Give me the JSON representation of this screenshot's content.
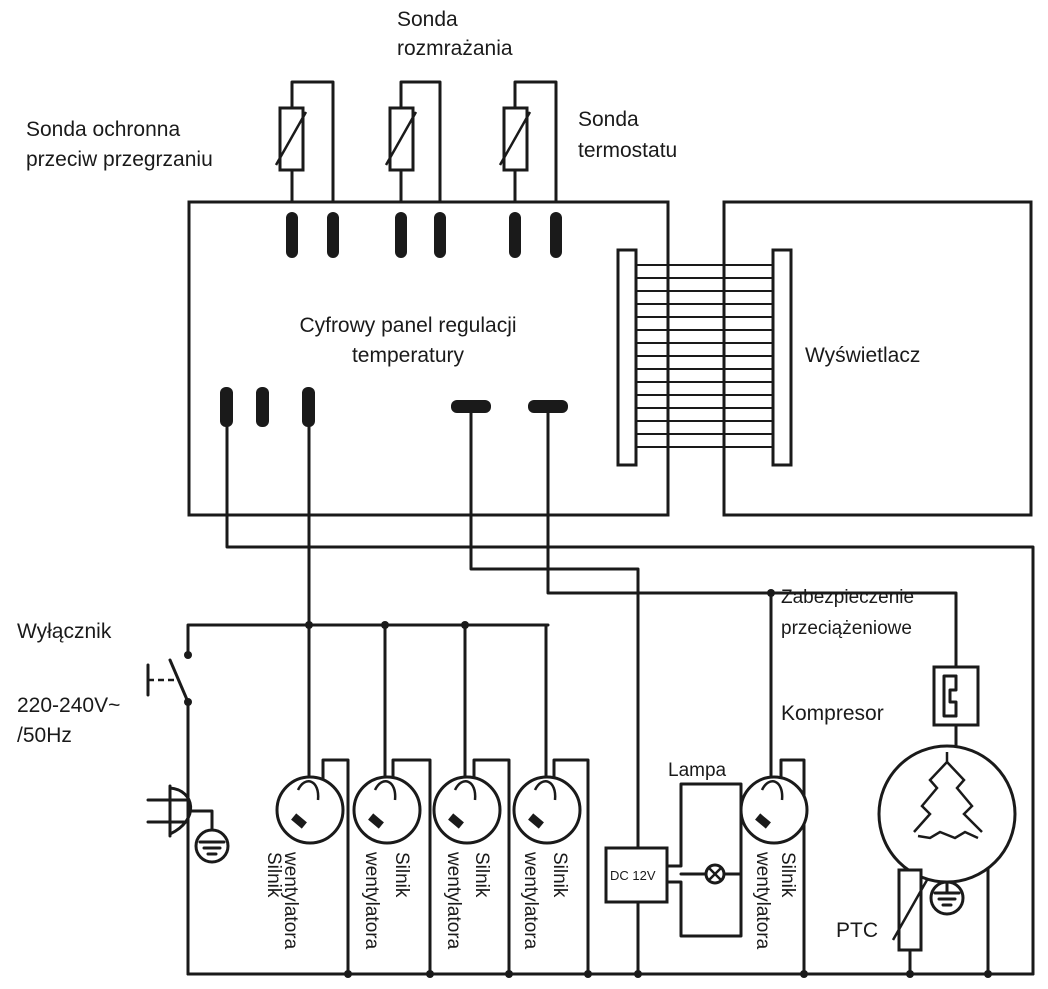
{
  "labels": {
    "defrost_probe_1": "Sonda",
    "defrost_probe_2": "rozmrażania",
    "overheat_probe_1": "Sonda ochronna",
    "overheat_probe_2": "przeciw przegrzaniu",
    "thermostat_probe_1": "Sonda",
    "thermostat_probe_2": "termostatu",
    "panel_1": "Cyfrowy panel regulacji",
    "panel_2": "temperatury",
    "display": "Wyświetlacz",
    "switch": "Wyłącznik",
    "voltage_1": "220-240V~",
    "voltage_2": "/50Hz",
    "overload_1": "Zabezpieczenie",
    "overload_2": "przeciążeniowe",
    "compressor": "Kompresor",
    "lamp": "Lampa",
    "dc": "DC 12V",
    "ptc": "PTC",
    "fan_1": "Silnik",
    "fan_2": "wentylatora"
  }
}
